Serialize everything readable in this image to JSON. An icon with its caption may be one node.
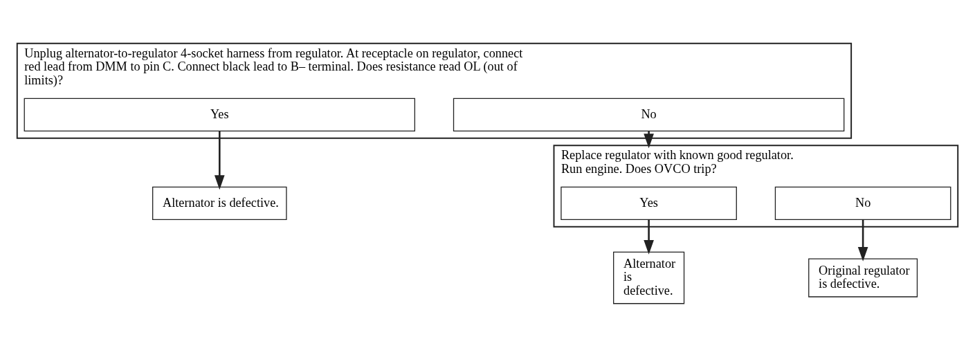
{
  "diagram": {
    "nodes": [
      {
        "text": [
          "Unplug alternator-to-regulator 4-socket harness from regulator. At receptacle on regulator, connect red lead from DMM to pin C. Connect black lead to B– terminal. Does resistance read OL (out of limits)?"
        ]
      },
      {
        "text": [
          "Yes"
        ],
        "in": 0
      },
      {
        "text": [
          "No"
        ],
        "in": 0
      },
      {
        "text": [
          "Alternator is defective."
        ]
      },
      {
        "text": [
          "Replace regulator with known good regulator. Run engine. Does OVCO trip?"
        ]
      },
      {
        "text": [
          "Yes"
        ],
        "in": 4
      },
      {
        "text": [
          "No"
        ],
        "in": 4
      },
      {
        "text": [
          "Alternator is defective."
        ]
      },
      {
        "text": [
          "Original regulator is defective."
        ]
      }
    ],
    "edges": [
      {
        "from": 1,
        "to": 3,
        "arrow": "to"
      },
      {
        "from": 2,
        "to": 4,
        "arrow": "to"
      },
      {
        "from": 5,
        "to": 7,
        "arrow": "to"
      },
      {
        "from": 6,
        "to": 8,
        "arrow": "to"
      }
    ]
  }
}
